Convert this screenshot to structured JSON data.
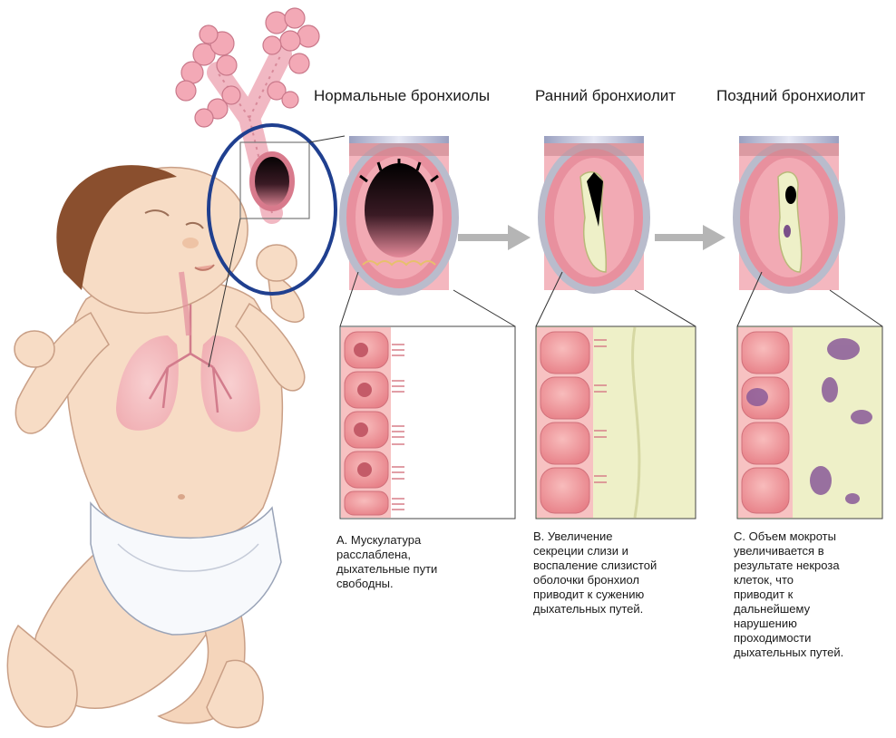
{
  "headings": {
    "normal": "Нормальные бронхиолы",
    "early": "Ранний бронхиолит",
    "late": "Поздний бронхиолит"
  },
  "captions": {
    "a": [
      "А. Мускулатура",
      "расслаблена,",
      "дыхательные пути",
      "свободны."
    ],
    "b": [
      "В. Увеличение",
      "секреции слизи и",
      "воспаление слизистой",
      "оболочки бронхиол",
      "приводит к сужению",
      "дыхательных путей."
    ],
    "c": [
      "С. Объем мокроты",
      "увеличивается в",
      "результате некроза",
      "клеток, что",
      "приводит к",
      "дальнейшему",
      "нарушению",
      "проходимости",
      "дыхательных путей."
    ]
  },
  "colors": {
    "skin": "#f7dcc5",
    "skin_shade": "#eec3a5",
    "hair": "#8a4f2e",
    "lung": "#f4b9c0",
    "tissue": "#f0a8b0",
    "cell": "#f3a0a2",
    "mucus": "#eef0c8",
    "necrotic": "#8a5a98",
    "circle": "#1f3f8f",
    "arrow": "#b5b5b5"
  }
}
